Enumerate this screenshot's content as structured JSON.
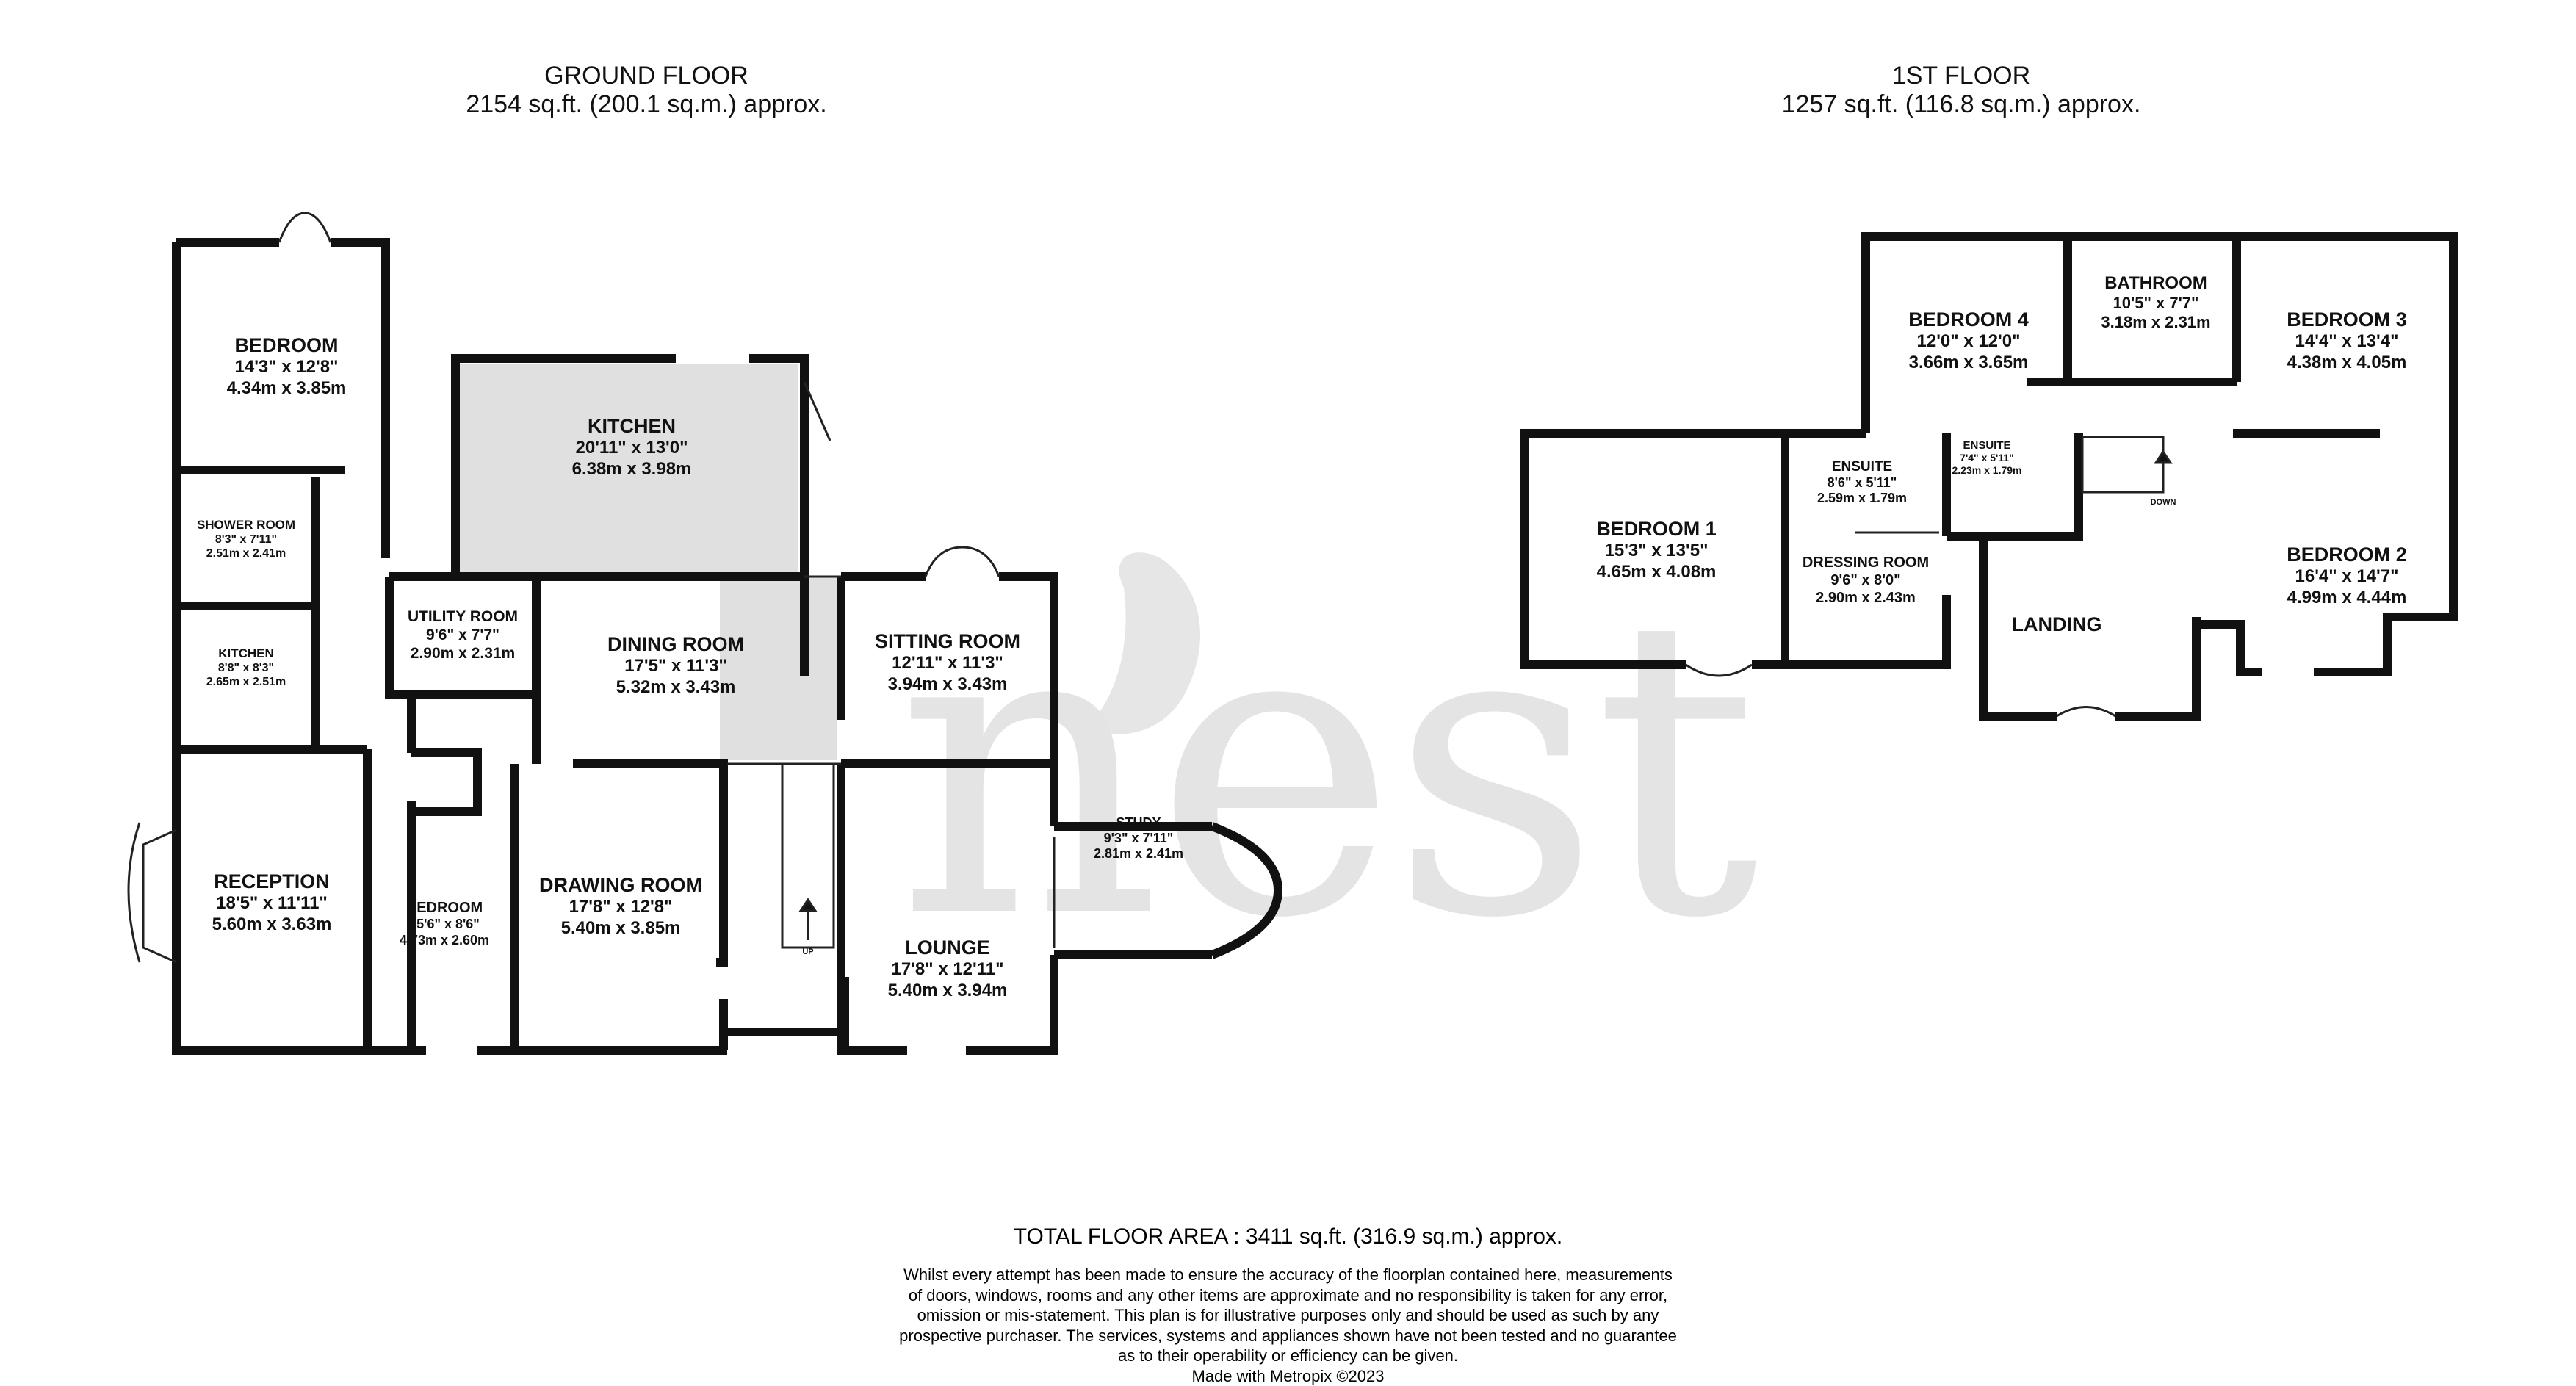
{
  "ground_floor": {
    "title": "GROUND FLOOR",
    "area": "2154 sq.ft. (200.1 sq.m.) approx.",
    "rooms": [
      {
        "name": "BEDROOM",
        "imperial": "14'3\"  x 12'8\"",
        "metric": "4.34m  x 3.85m"
      },
      {
        "name": "KITCHEN",
        "imperial": "20'11\"  x 13'0\"",
        "metric": "6.38m  x 3.98m"
      },
      {
        "name": "SHOWER ROOM",
        "imperial": "8'3\"  x 7'11\"",
        "metric": "2.51m  x 2.41m"
      },
      {
        "name": "UTILITY ROOM",
        "imperial": "9'6\"  x 7'7\"",
        "metric": "2.90m  x 2.31m"
      },
      {
        "name": "DINING ROOM",
        "imperial": "17'5\"  x 11'3\"",
        "metric": "5.32m  x 3.43m"
      },
      {
        "name": "SITTING ROOM",
        "imperial": "12'11\"  x 11'3\"",
        "metric": "3.94m  x 3.43m"
      },
      {
        "name": "KITCHEN",
        "imperial": "8'8\"  x 8'3\"",
        "metric": "2.65m  x 2.51m"
      },
      {
        "name": "RECEPTION",
        "imperial": "18'5\"  x 11'11\"",
        "metric": "5.60m  x 3.63m"
      },
      {
        "name": "BEDROOM",
        "imperial": "15'6\"  x 8'6\"",
        "metric": "4.73m  x 2.60m"
      },
      {
        "name": "DRAWING ROOM",
        "imperial": "17'8\"  x 12'8\"",
        "metric": "5.40m  x 3.85m"
      },
      {
        "name": "STUDY",
        "imperial": "9'3\"  x 7'11\"",
        "metric": "2.81m  x 2.41m"
      },
      {
        "name": "LOUNGE",
        "imperial": "17'8\"  x 12'11\"",
        "metric": "5.40m  x 3.94m"
      }
    ],
    "stair_label": "UP"
  },
  "first_floor": {
    "title": "1ST FLOOR",
    "area": "1257 sq.ft. (116.8 sq.m.) approx.",
    "rooms": [
      {
        "name": "BEDROOM 4",
        "imperial": "12'0\"  x 12'0\"",
        "metric": "3.66m  x 3.65m"
      },
      {
        "name": "BATHROOM",
        "imperial": "10'5\"  x 7'7\"",
        "metric": "3.18m  x 2.31m"
      },
      {
        "name": "BEDROOM 3",
        "imperial": "14'4\"  x 13'4\"",
        "metric": "4.38m  x 4.05m"
      },
      {
        "name": "BEDROOM 1",
        "imperial": "15'3\"  x 13'5\"",
        "metric": "4.65m  x 4.08m"
      },
      {
        "name": "ENSUITE",
        "imperial": "8'6\"  x 5'11\"",
        "metric": "2.59m  x 1.79m"
      },
      {
        "name": "ENSUITE",
        "imperial": "7'4\"  x 5'11\"",
        "metric": "2.23m  x 1.79m"
      },
      {
        "name": "DRESSING ROOM",
        "imperial": "9'6\"  x 8'0\"",
        "metric": "2.90m  x 2.43m"
      },
      {
        "name": "LANDING",
        "imperial": "",
        "metric": ""
      },
      {
        "name": "BEDROOM 2",
        "imperial": "16'4\"  x 14'7\"",
        "metric": "4.99m  x 4.44m"
      }
    ],
    "stair_label": "DOWN"
  },
  "total_area": "TOTAL FLOOR AREA : 3411 sq.ft. (316.9 sq.m.) approx.",
  "disclaimer": [
    "Whilst every attempt has been made to ensure the accuracy of the floorplan contained here, measurements",
    "of doors, windows, rooms and any other items are approximate and no responsibility is taken for any error,",
    "omission or mis-statement. This plan is for illustrative purposes only and should be used as such by any",
    "prospective purchaser. The services, systems and appliances shown have not been tested and no guarantee",
    "as to their operability or efficiency can be given.",
    "Made with Metropix ©2023"
  ],
  "watermark": "nest",
  "colors": {
    "wall": "#111111",
    "shade": "#e0e0e0",
    "watermark": "#e5e5e5",
    "text": "#111111"
  }
}
